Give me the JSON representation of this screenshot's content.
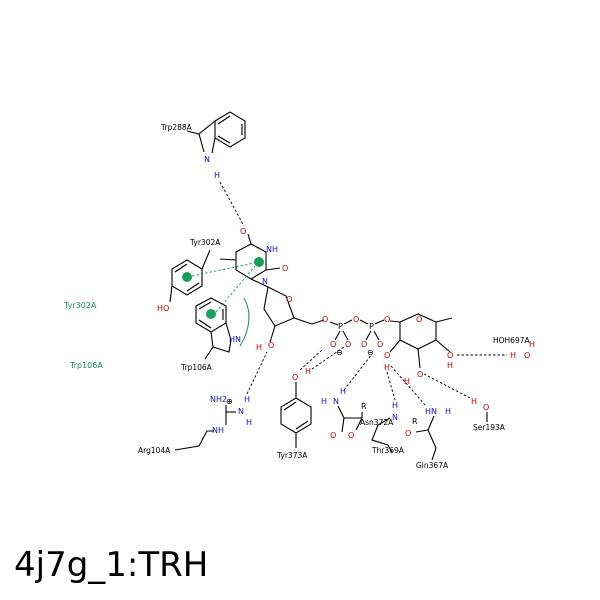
{
  "title": "4j7g_1:TRH",
  "residues": {
    "trp288": "Trp288A",
    "tyr302": "Tyr302A",
    "tyr302_side": "Tyr302A",
    "trp106_side": "Trp106A",
    "trp106": "Trp106A",
    "arg104": "Arg104A",
    "tyr373": "Tyr373A",
    "asn372": "Asn372A",
    "thr369": "Thr369A",
    "gln367": "Gln367A",
    "ser193": "Ser193A",
    "hoh697": "HOH697A"
  },
  "atoms": {
    "N": "N",
    "H": "H",
    "O": "O",
    "P": "P",
    "NH": "NH",
    "HN": "HN",
    "HO": "HO",
    "OH": "OH",
    "NH2": "NH2",
    "R": "R",
    "minus": "⊖",
    "plus": "⊕"
  },
  "colors": {
    "nitrogen": "#1414c8",
    "oxygen": "#c80000",
    "interaction": "#1a9a55"
  }
}
